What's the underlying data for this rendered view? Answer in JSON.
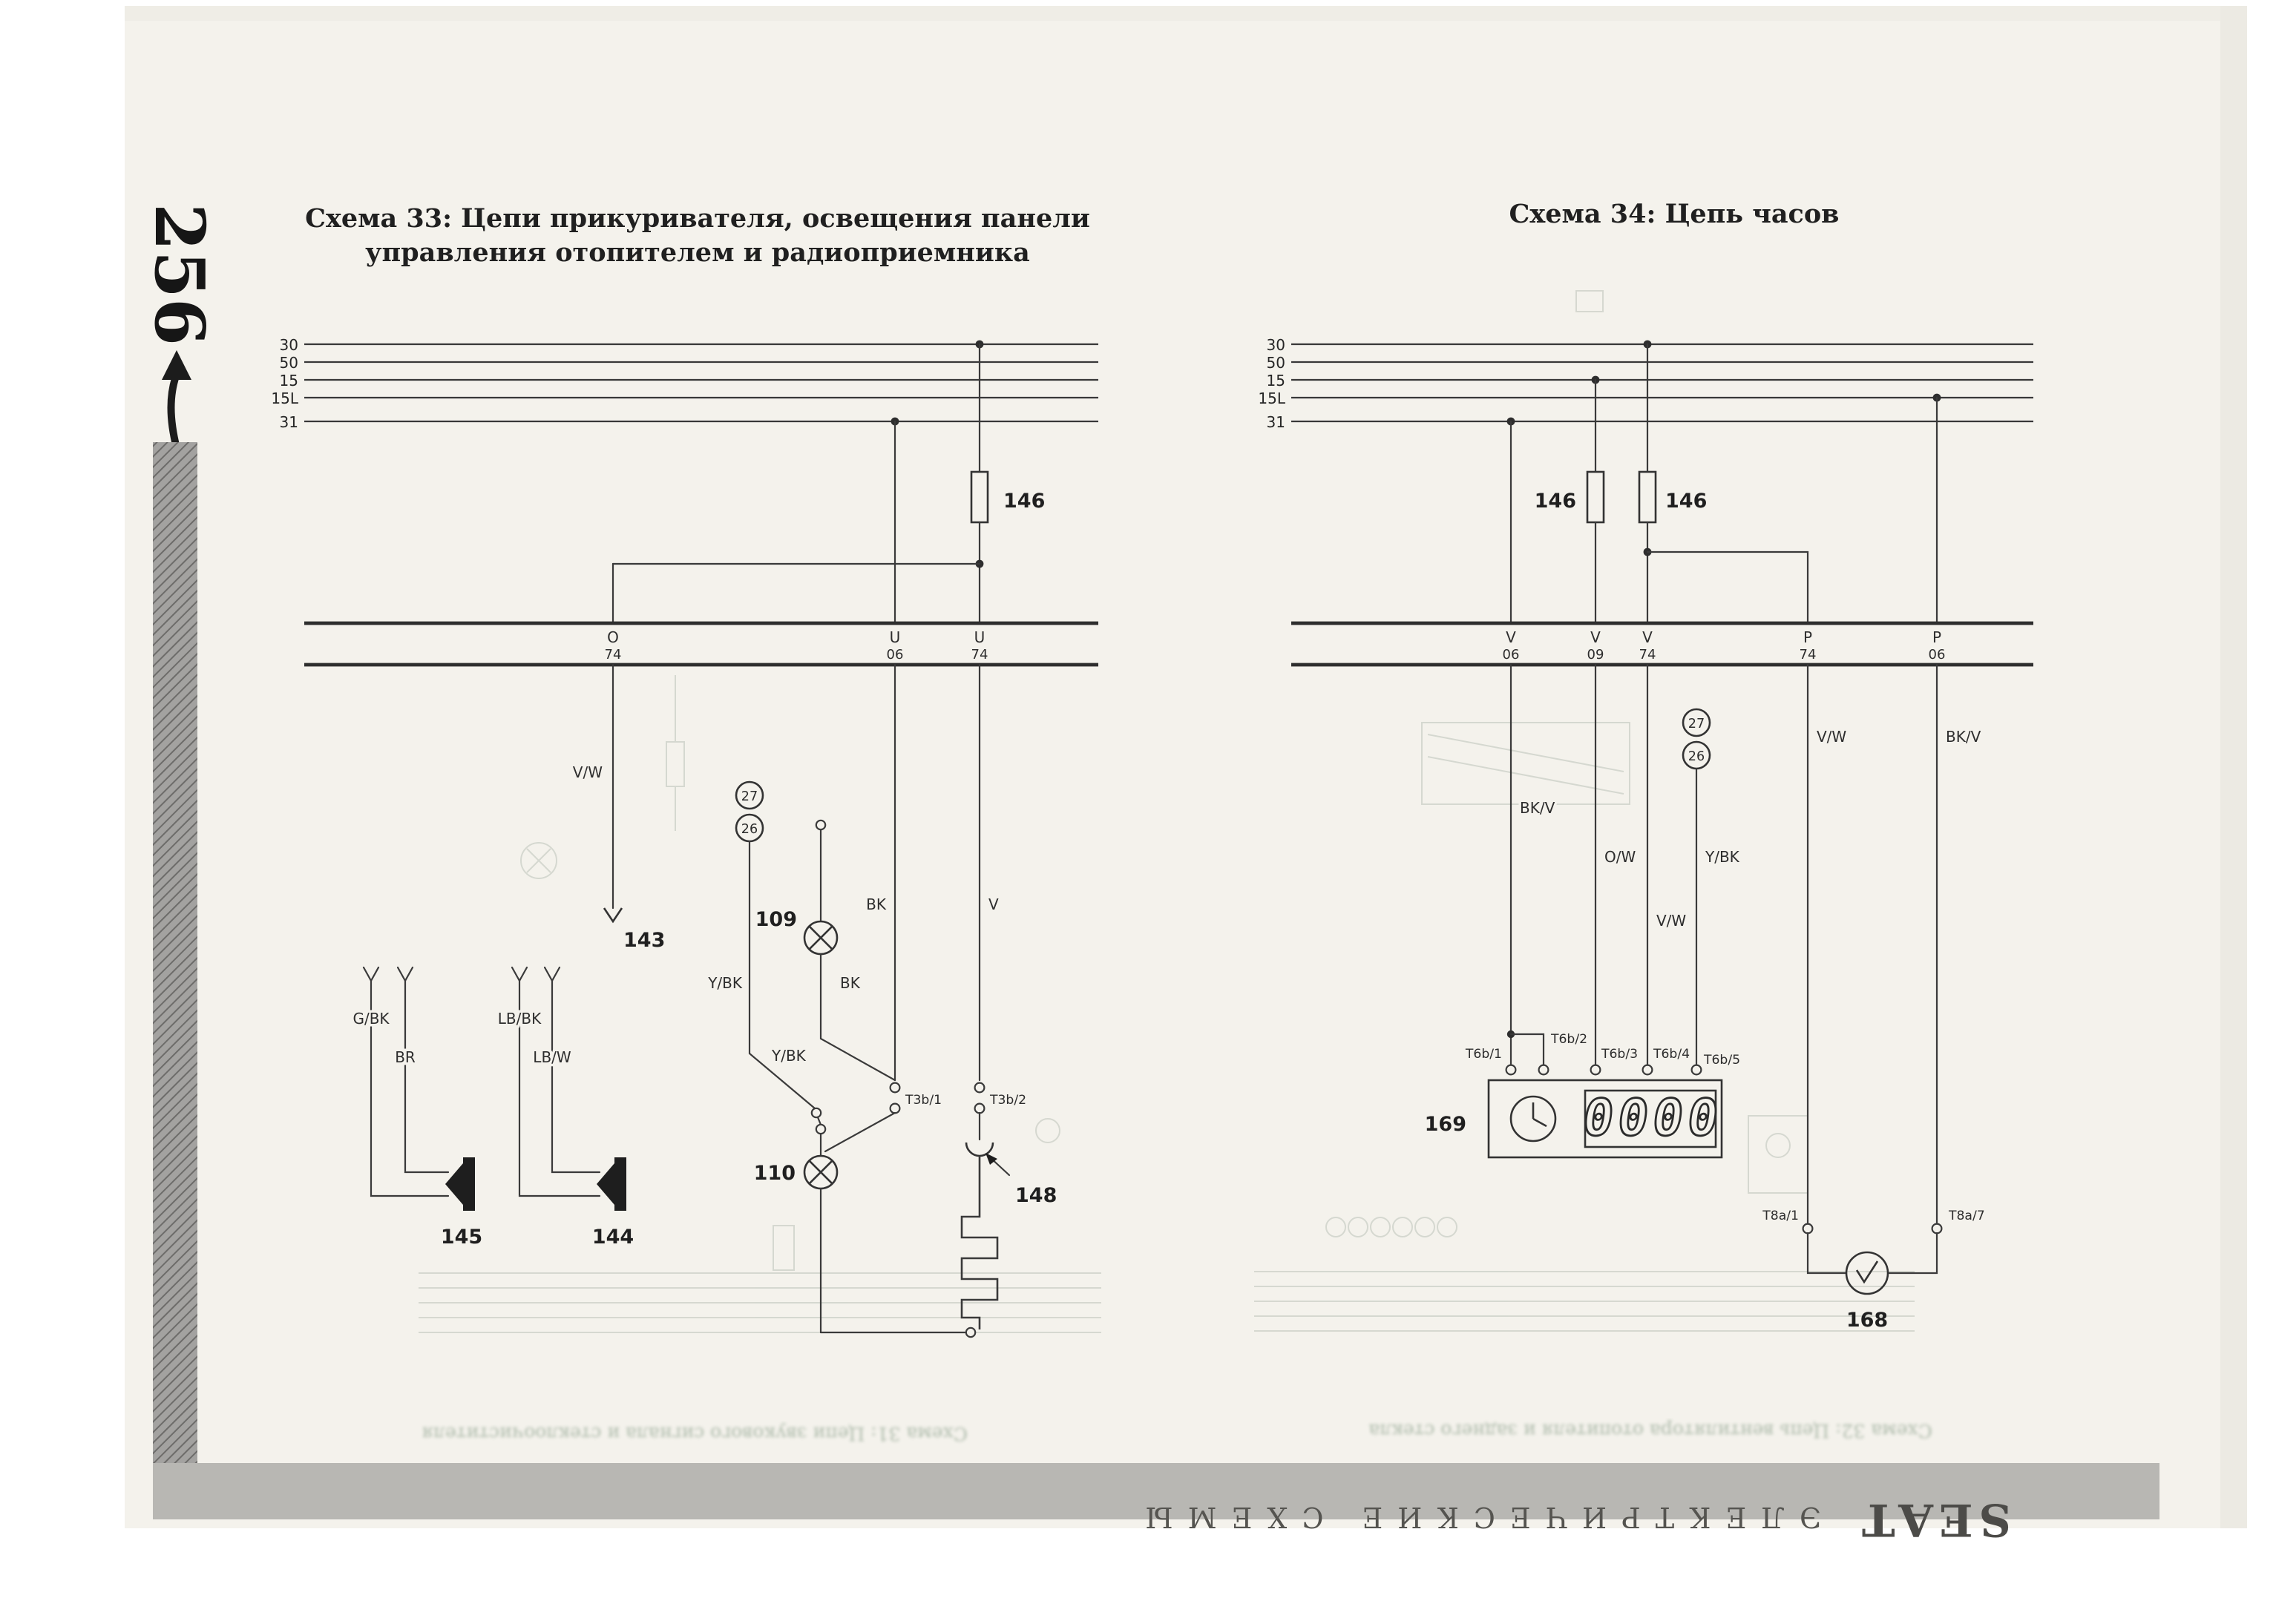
{
  "page": {
    "number": "256",
    "footer": {
      "brand": "SEAT",
      "section": "ЭЛЕКТРИЧЕСКИЕ СХЕМЫ"
    }
  },
  "d33": {
    "title1": "Схема 33: Цепи прикуривателя, освещения панели",
    "title2": "управления отопителем и радиоприемника",
    "bus": [
      "30",
      "50",
      "15",
      "15L",
      "31"
    ],
    "fuse": "146",
    "rail": [
      {
        "l": "O",
        "n": "74"
      },
      {
        "l": "U",
        "n": "06"
      },
      {
        "l": "U",
        "n": "74"
      }
    ],
    "labels": {
      "vw": "V/W",
      "c143": "143",
      "p27": "27",
      "p26": "26",
      "c109": "109",
      "bk_main": "BK",
      "v": "V",
      "ybk1": "Y/BK",
      "bk2": "BK",
      "ybk2": "Y/BK",
      "t3b1": "T3b/1",
      "t3b2": "T3b/2",
      "c110": "110",
      "c148": "148",
      "gbk": "G/BK",
      "br": "BR",
      "lbbk": "LB/BK",
      "lbw": "LB/W",
      "c145": "145",
      "c144": "144"
    },
    "ghost": "Схема 31: Цепи звукового сигнала и стеклоочистителя"
  },
  "d34": {
    "title": "Схема 34: Цепь часов",
    "bus": [
      "30",
      "50",
      "15",
      "15L",
      "31"
    ],
    "fuse_a": "146",
    "fuse_b": "146",
    "rail": [
      {
        "l": "V",
        "n": "06"
      },
      {
        "l": "V",
        "n": "09"
      },
      {
        "l": "V",
        "n": "74"
      },
      {
        "l": "P",
        "n": "74"
      },
      {
        "l": "P",
        "n": "06"
      }
    ],
    "labels": {
      "p27": "27",
      "p26": "26",
      "bkv1": "BK/V",
      "ow": "O/W",
      "ybk": "Y/BK",
      "vw1": "V/W",
      "vw2": "V/W",
      "bkv2": "BK/V",
      "t6b1": "T6b/1",
      "t6b2": "T6b/2",
      "t6b3": "T6b/3",
      "t6b4": "T6b/4",
      "t6b5": "T6b/5",
      "c169": "169",
      "display": "0000",
      "t8a1": "T8a/1",
      "t8a7": "T8a/7",
      "c168": "168"
    },
    "ghost": "Схема 32: Цепь вентилятора отопителя и заднего стекла"
  }
}
